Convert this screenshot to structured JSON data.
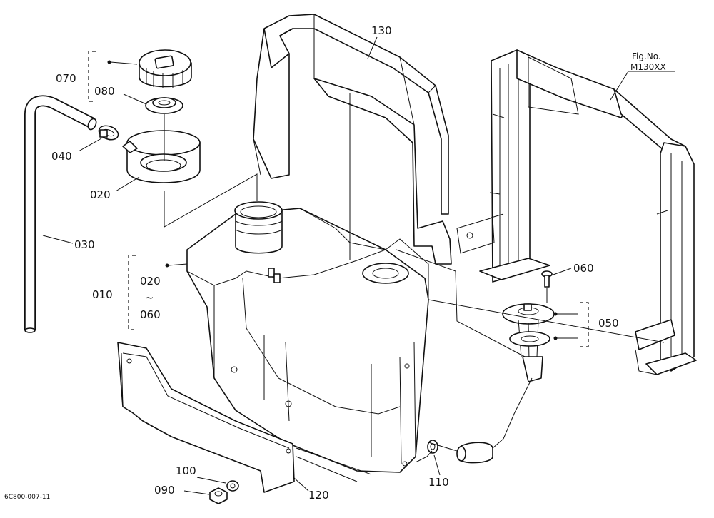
{
  "figure": {
    "fig_label": "Fig.No.",
    "fig_number": "M130XX",
    "drawing_code": "6C800-007-11"
  },
  "parts": {
    "p010": "010",
    "p020": "020",
    "p030": "030",
    "p040": "040",
    "p050": "050",
    "p060": "060",
    "p070": "070",
    "p080": "080",
    "p090": "090",
    "p100": "100",
    "p110": "110",
    "p120": "120",
    "p130": "130"
  },
  "group_010": {
    "from": "020",
    "range_symbol": "~",
    "to": "060"
  }
}
